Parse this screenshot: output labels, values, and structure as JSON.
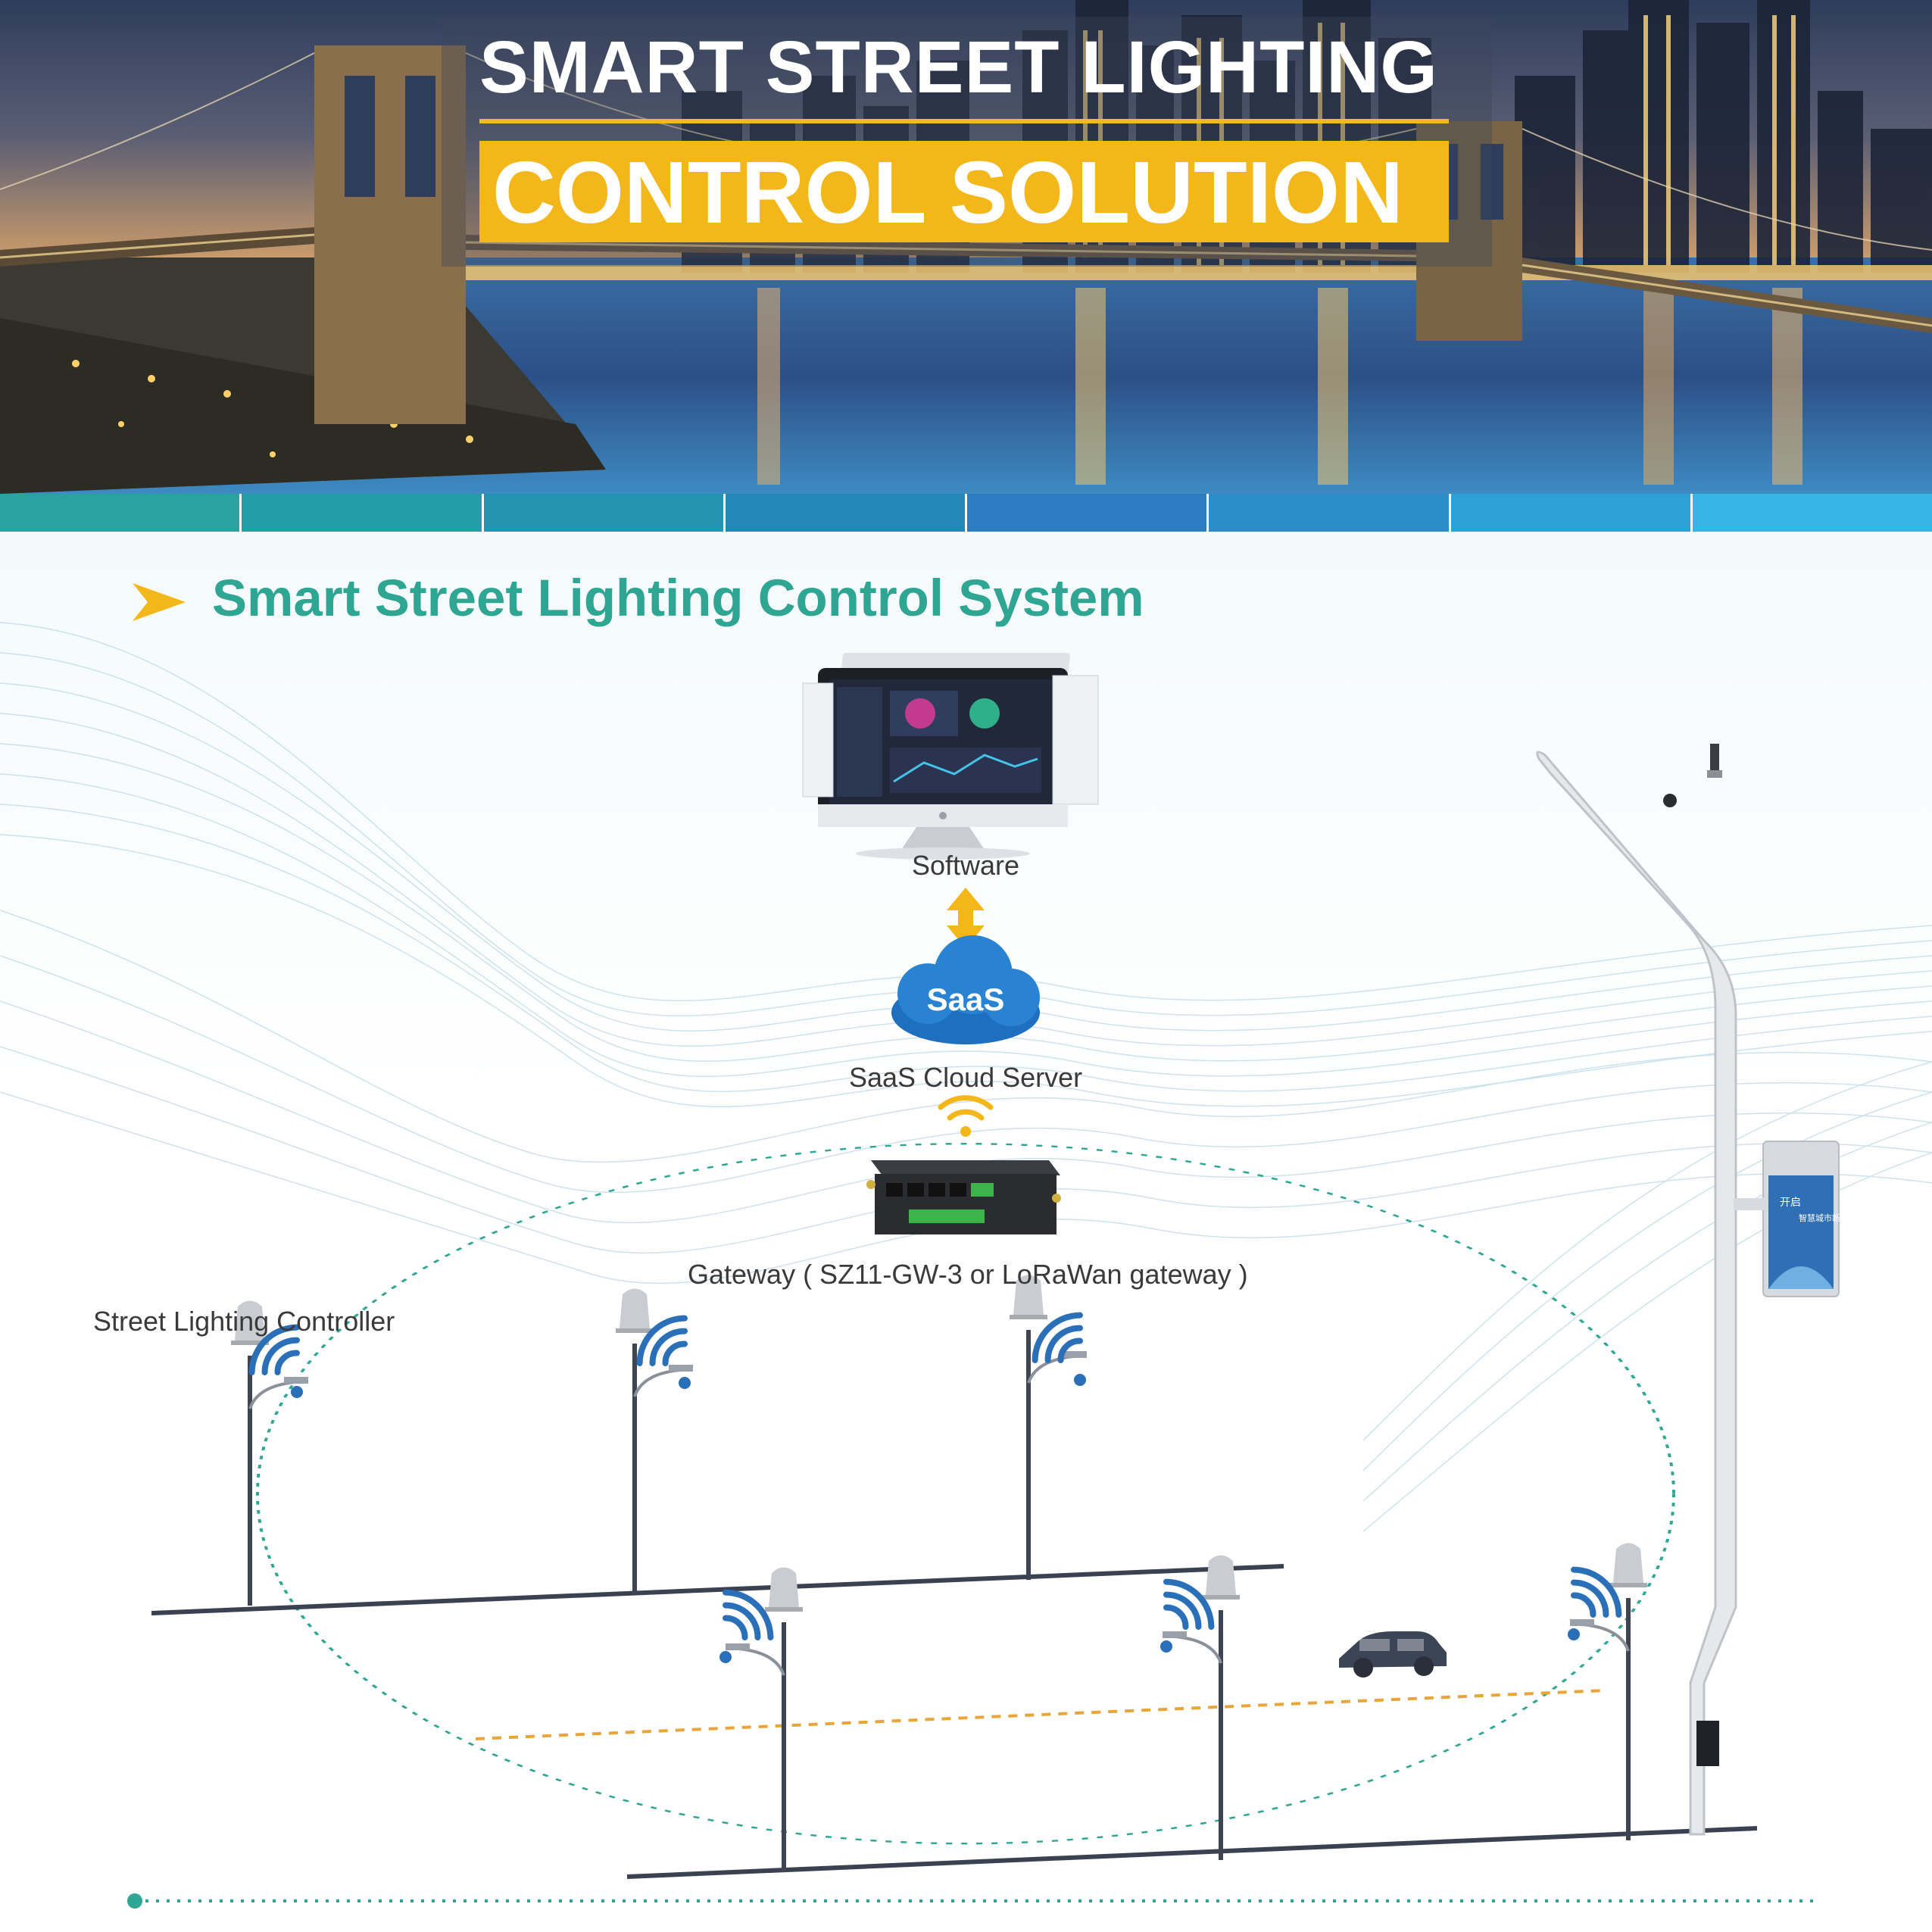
{
  "hero": {
    "title_line1": "SMART STREET LIGHTING",
    "title_line2": "CONTROL SOLUTION"
  },
  "section": {
    "title": "Smart Street Lighting Control System"
  },
  "diagram": {
    "software_label": "Software",
    "saas_badge": "SaaS",
    "saas_label": "SaaS Cloud Server",
    "gateway_label": "Gateway ( SZ11-GW-3 or LoRaWan gateway )",
    "controller_label": "Street Lighting Controller",
    "smart_pole_screen_text": "智慧城市新生活",
    "smart_pole_screen_heading": "开启"
  },
  "colors": {
    "accent_teal": "#2fa593",
    "accent_yellow": "#f4b719",
    "wifi_blue": "#2a6fb8",
    "dash_teal": "#2fa593",
    "dash_orange": "#e8a53a",
    "stripe_colors": [
      "#2aa3a0",
      "#239ea8",
      "#2395b0",
      "#2388b8",
      "#2b7cc0",
      "#2c8dc8",
      "#2fa0d6",
      "#37b5e4"
    ]
  },
  "icons": [
    "arrow-right-icon",
    "monitor-icon",
    "double-arrow-icon",
    "cloud-icon",
    "wifi-icon",
    "gateway-device-icon",
    "streetlight-icon",
    "car-icon",
    "smart-pole-icon"
  ]
}
